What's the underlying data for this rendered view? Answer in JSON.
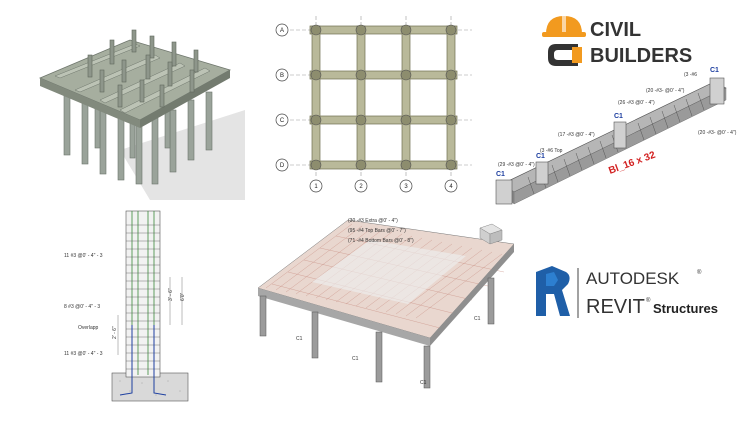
{
  "grid_plan": {
    "row_labels": [
      "A",
      "B",
      "C",
      "D"
    ],
    "col_labels": [
      "1",
      "2",
      "3",
      "4"
    ]
  },
  "logo": {
    "line1": "CIVIL",
    "line2": "BUILDERS",
    "brand_orange": "#f29a1f",
    "brand_dark": "#333333"
  },
  "beam": {
    "column_tag": "C1",
    "callouts": [
      "(3 -#6",
      "(20 -#3- @0' - 4\")",
      "(26 -#3 @0' - 4\")",
      "(17 -#3 @0' - 4\")",
      "(20 -#3- @0' - 4\")",
      "(3 -#6 Top",
      "(29 -#3 @0' - 4\")"
    ],
    "beam_tag": "Bl_16 x 32",
    "tag_color": "#d21f1f",
    "column_tag_color": "#1d3fa0"
  },
  "column_section": {
    "labels": [
      "11 #3 @0' - 4\" - 3",
      "8 #3 @0' - 4\" - 3",
      "Overlapp",
      "11 #3 @0' - 4\" - 3",
      "3' - 6\"",
      "2' - 6\"",
      "6'0\""
    ]
  },
  "slab": {
    "callouts": [
      "(30 -#3 Extra @0' - 4\")",
      "(95 -#4 Top Bars @0' - 7\")",
      "(71 -#4 Bottom Bars @0' - 8\")"
    ],
    "column_tag": "C1"
  },
  "revit": {
    "brand": "AUTODESK",
    "product": "REVIT",
    "suffix": "Structures",
    "registered": "®",
    "accent": "#1f5fa8"
  }
}
